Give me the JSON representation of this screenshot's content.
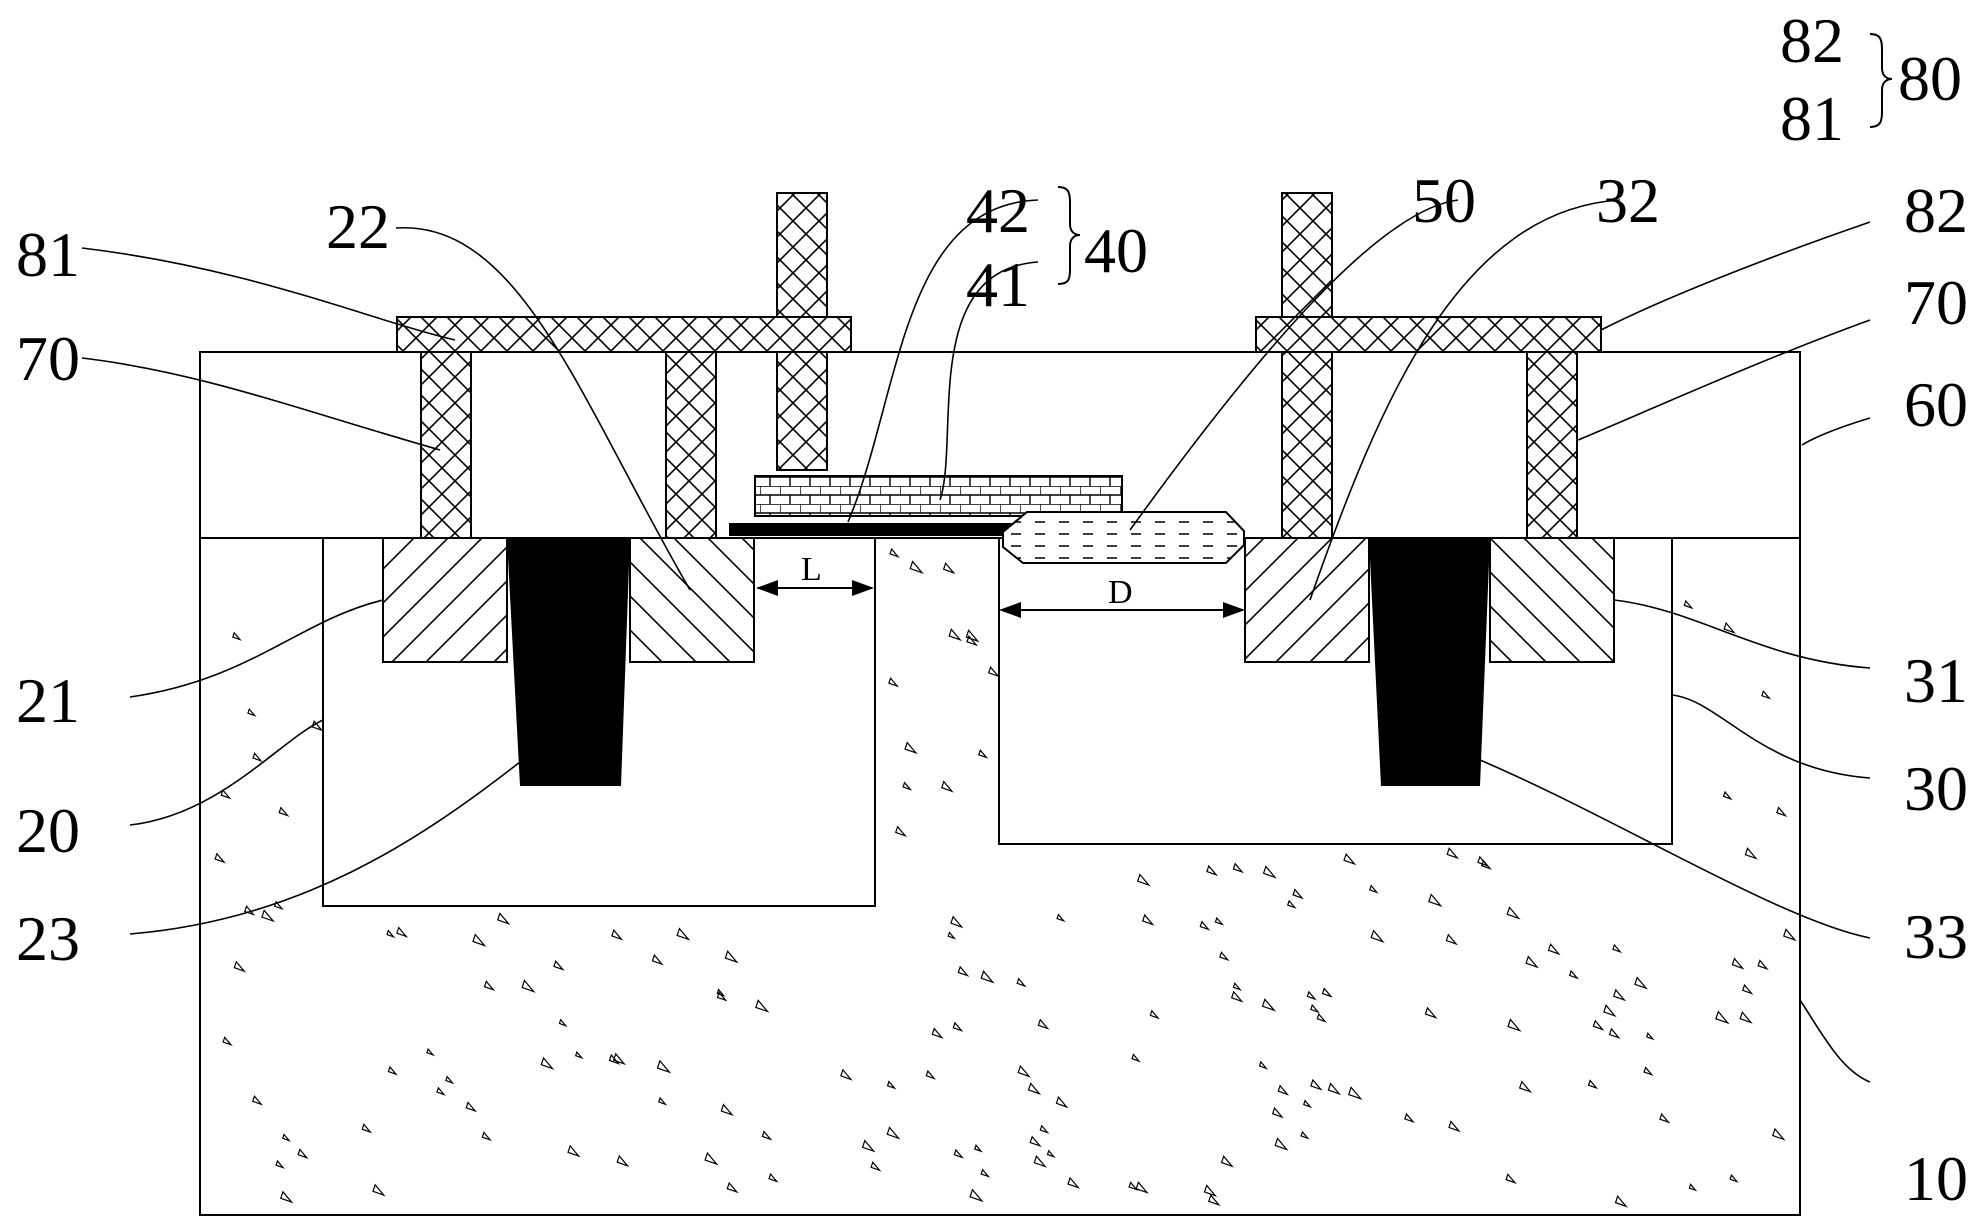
{
  "labels": {
    "n10": "10",
    "n20": "20",
    "n21": "21",
    "n22": "22",
    "n23": "23",
    "n30": "30",
    "n31": "31",
    "n32": "32",
    "n33": "33",
    "n40": "40",
    "n41": "41",
    "n42": "42",
    "n50": "50",
    "n60": "60",
    "n70_left": "70",
    "n70_right": "70",
    "n80": "80",
    "n81_left": "81",
    "n81_legend": "81",
    "n82_right": "82",
    "n82_legend": "82"
  },
  "dimensions": {
    "L": "L",
    "D": "D"
  },
  "colors": {
    "line": "#000000",
    "background": "#ffffff",
    "trench_fill": "#000000"
  }
}
